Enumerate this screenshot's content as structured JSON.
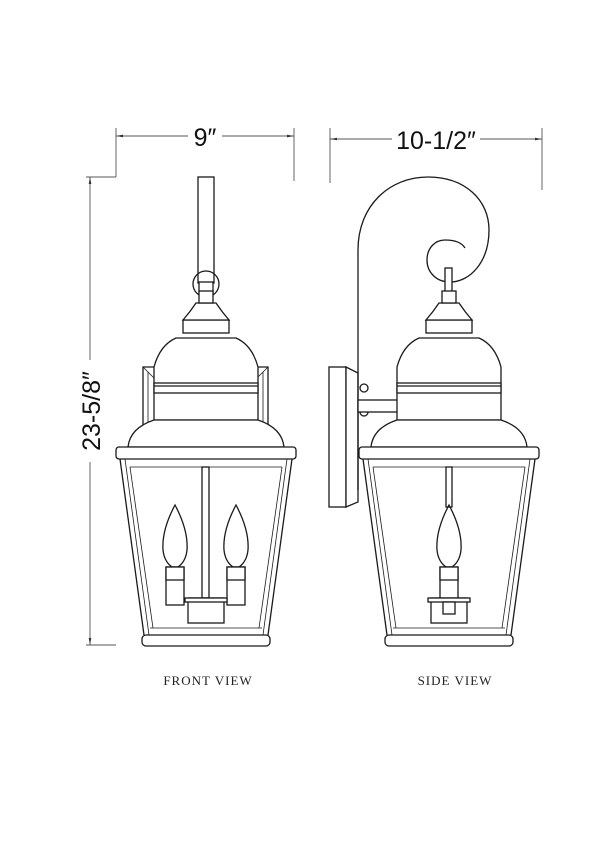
{
  "dimensions": {
    "front_width": "9″",
    "side_depth": "10-1/2″",
    "height": "23-5/8″"
  },
  "captions": {
    "front": "FRONT VIEW",
    "side": "SIDE VIEW"
  },
  "colors": {
    "line": "#1a1a1a",
    "dimension_line": "#555555",
    "background": "#ffffff"
  }
}
